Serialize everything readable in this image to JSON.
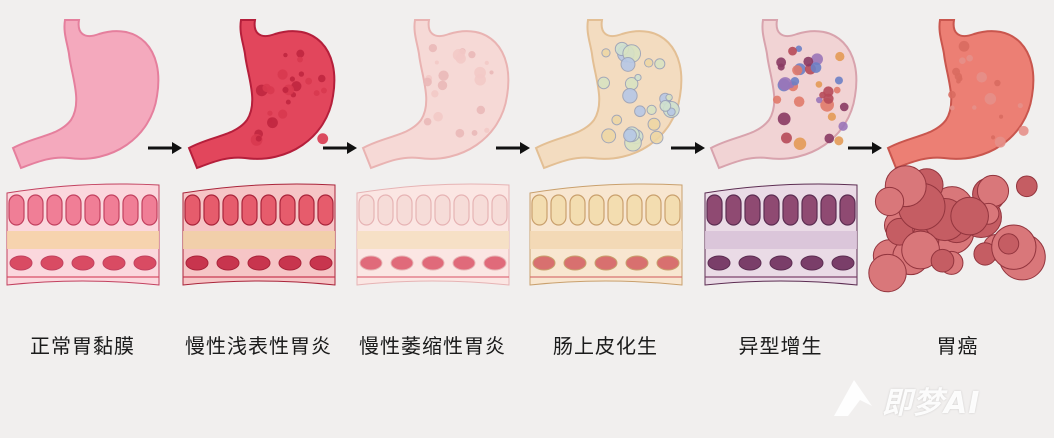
{
  "stages": [
    {
      "label": "正常胃黏膜",
      "stomach": "#f4a9bd",
      "stomach_dark": "#e57f9d",
      "cell": "#f07e96",
      "cell_edge": "#c2415f",
      "layer": "#fbd7dd",
      "vessel": "#d94b63",
      "muscle": "#f5d3a8",
      "spots": "none"
    },
    {
      "label": "慢性浅表性胃炎",
      "stomach": "#e2465c",
      "stomach_dark": "#b51f3b",
      "cell": "#e65c6c",
      "cell_edge": "#a9243a",
      "layer": "#f6c5c6",
      "vessel": "#c8354e",
      "muscle": "#f1cfa6",
      "spots": "red"
    },
    {
      "label": "慢性萎缩性胃炎",
      "stomach": "#f6d9d6",
      "stomach_dark": "#e9b3b2",
      "cell": "#f6dcd8",
      "cell_edge": "#e6b3b4",
      "layer": "#fbe6e3",
      "vessel": "#e06a7a",
      "muscle": "#f5dfc2",
      "spots": "pale"
    },
    {
      "label": "肠上皮化生",
      "stomach": "#f3dcc0",
      "stomach_dark": "#e3bf94",
      "cell": "#f3ddb0",
      "cell_edge": "#c9a06d",
      "layer": "#f8e6d0",
      "vessel": "#d8706f",
      "muscle": "#f2d7b3",
      "spots": "bubbles"
    },
    {
      "label": "异型增生",
      "stomach": "#f1d3d4",
      "stomach_dark": "#d8a3ad",
      "cell": "#8f4a72",
      "cell_edge": "#5c2d52",
      "layer": "#eadbe6",
      "vessel": "#7a3e69",
      "muscle": "#d9c3d8",
      "spots": "multi"
    },
    {
      "label": "胃癌",
      "stomach": "#ec7f74",
      "stomach_dark": "#c9564e",
      "cell": "#c55d63",
      "cell_edge": "#93353e",
      "layer": "#f3b3ac",
      "vessel": "#b9434c",
      "muscle": "#e8a39d",
      "spots": "tumor"
    }
  ],
  "watermark": {
    "text": "即梦AI"
  },
  "colors": {
    "background": "#f1efee",
    "arrow": "#111111"
  }
}
